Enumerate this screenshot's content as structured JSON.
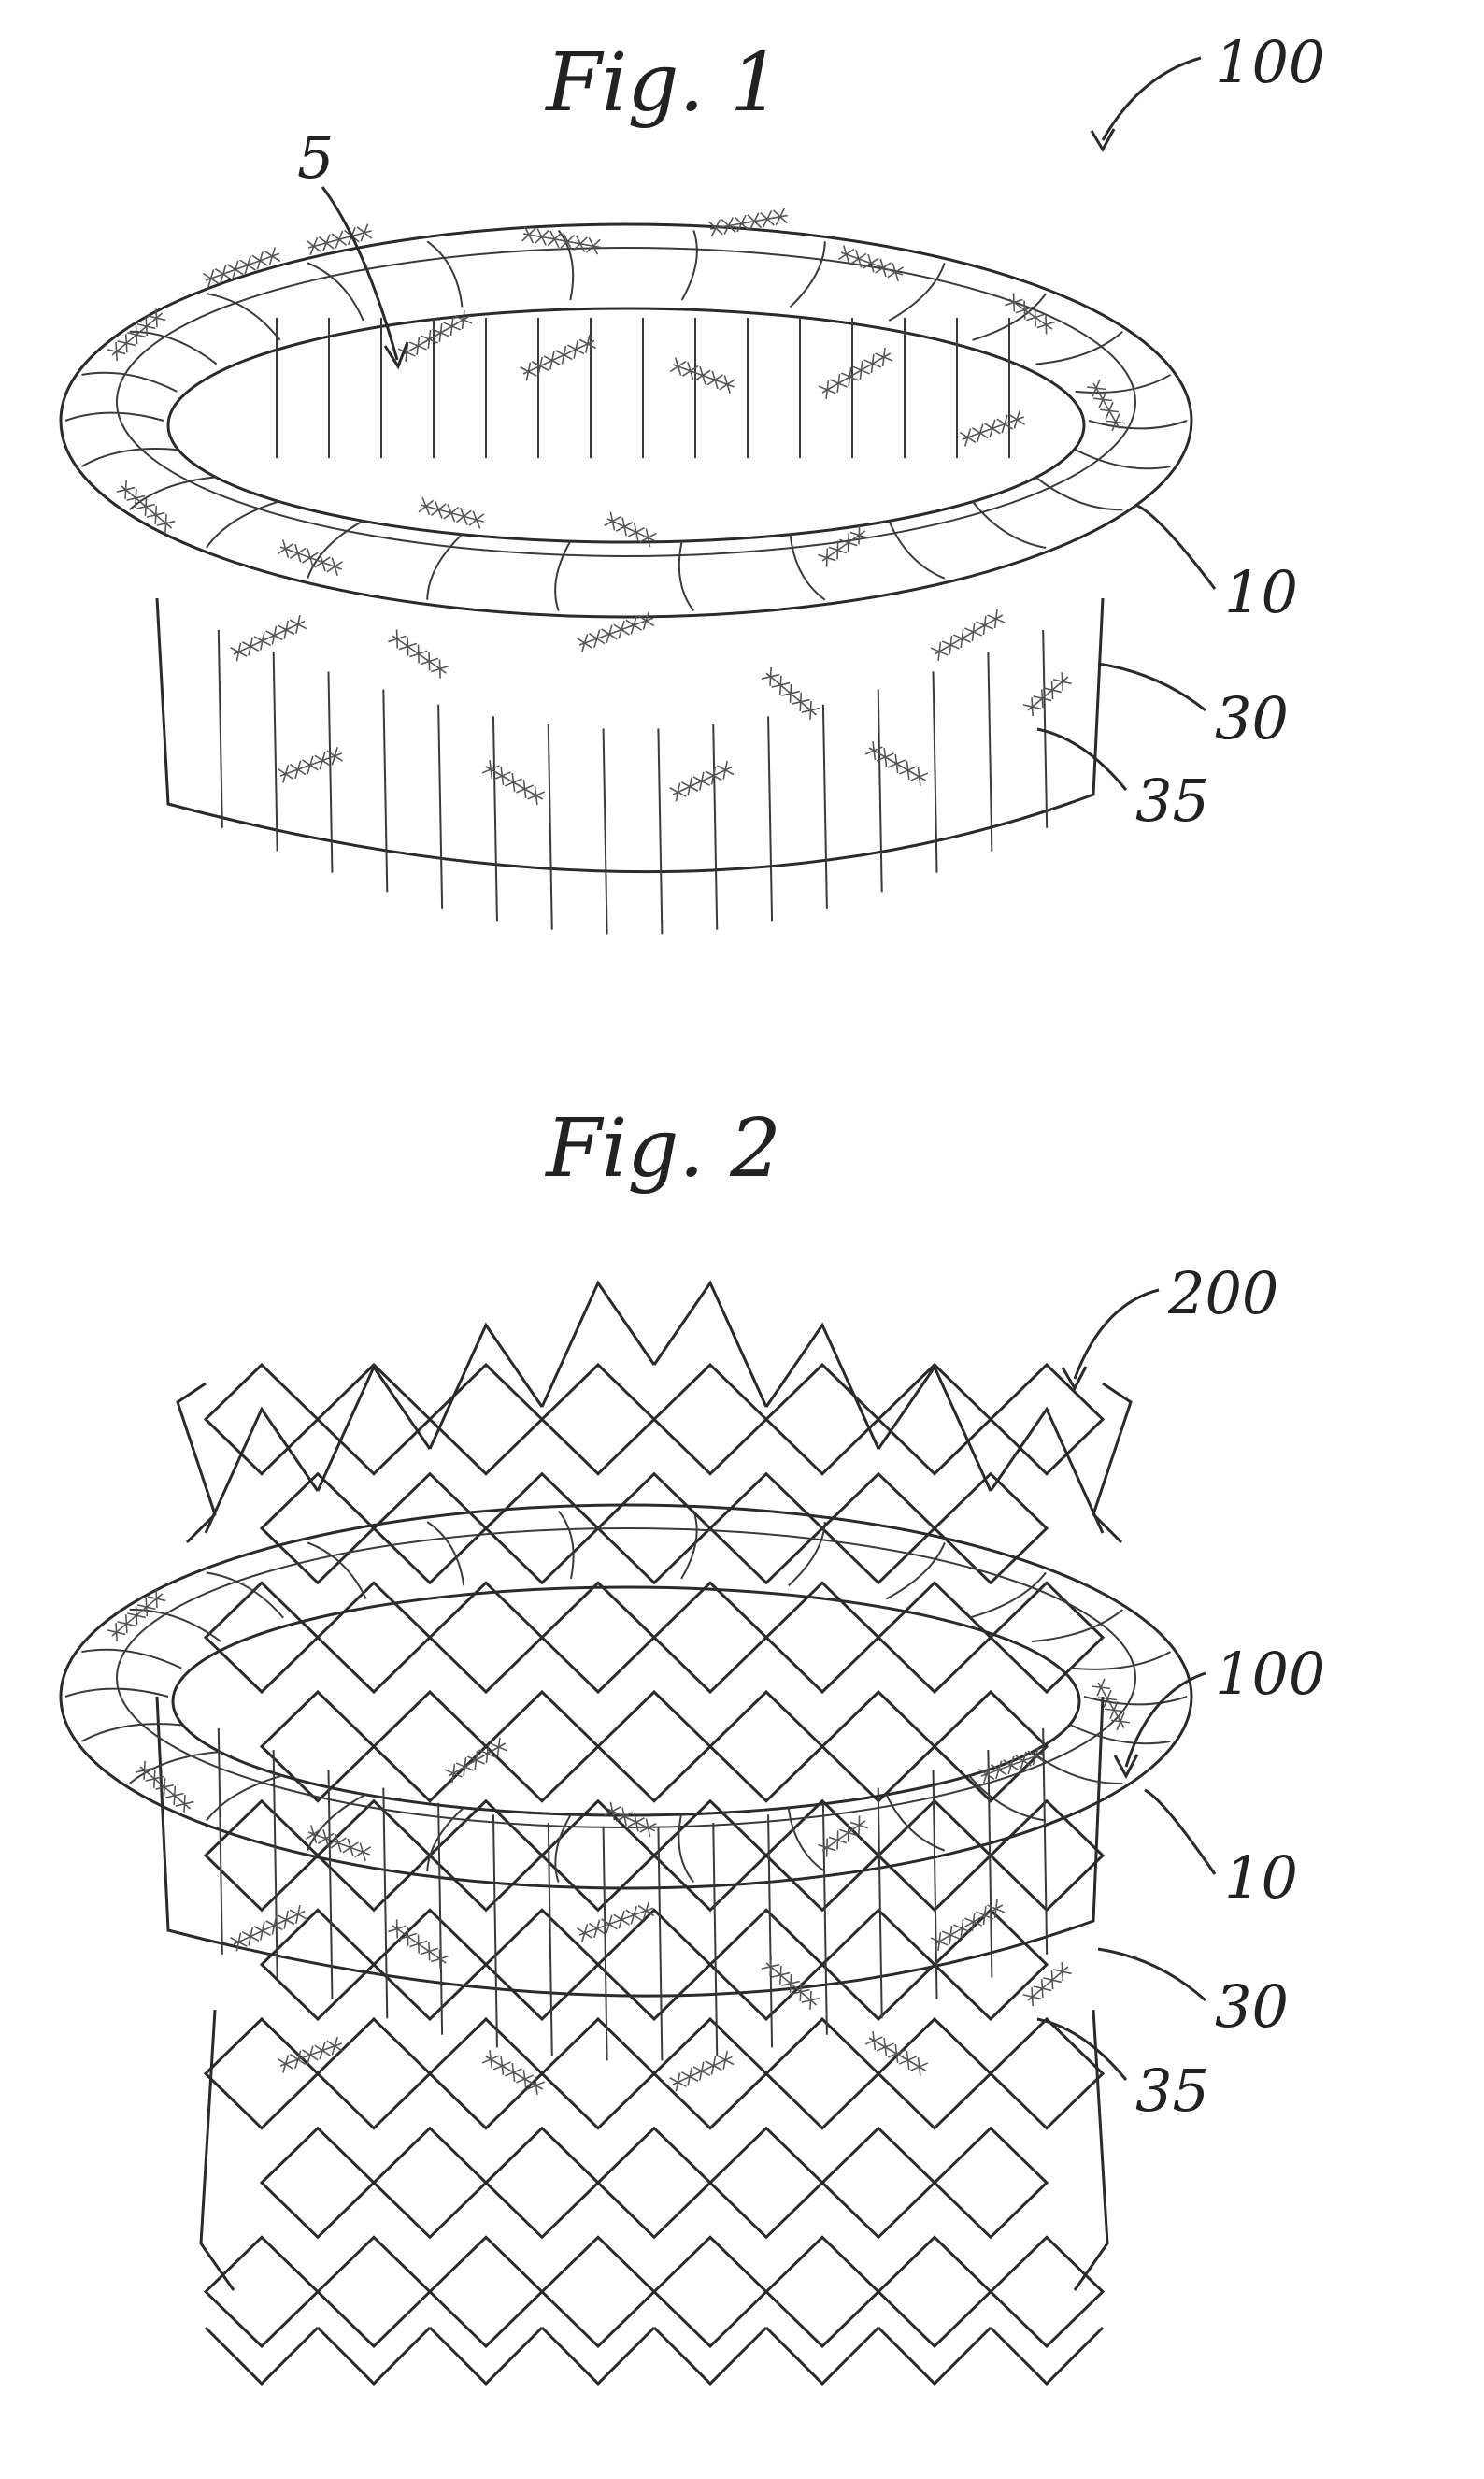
{
  "figures": [
    {
      "title": "Fig. 1",
      "labels": {
        "assembly": "100",
        "pointer": "5",
        "ring": "10",
        "skirt": "30",
        "stitching": "35"
      }
    },
    {
      "title": "Fig. 2",
      "labels": {
        "frame": "200",
        "assembly": "100",
        "ring": "10",
        "skirt": "30",
        "stitching": "35"
      }
    }
  ],
  "colors": {
    "ink": "#2a2a2a",
    "paper": "#ffffff"
  }
}
